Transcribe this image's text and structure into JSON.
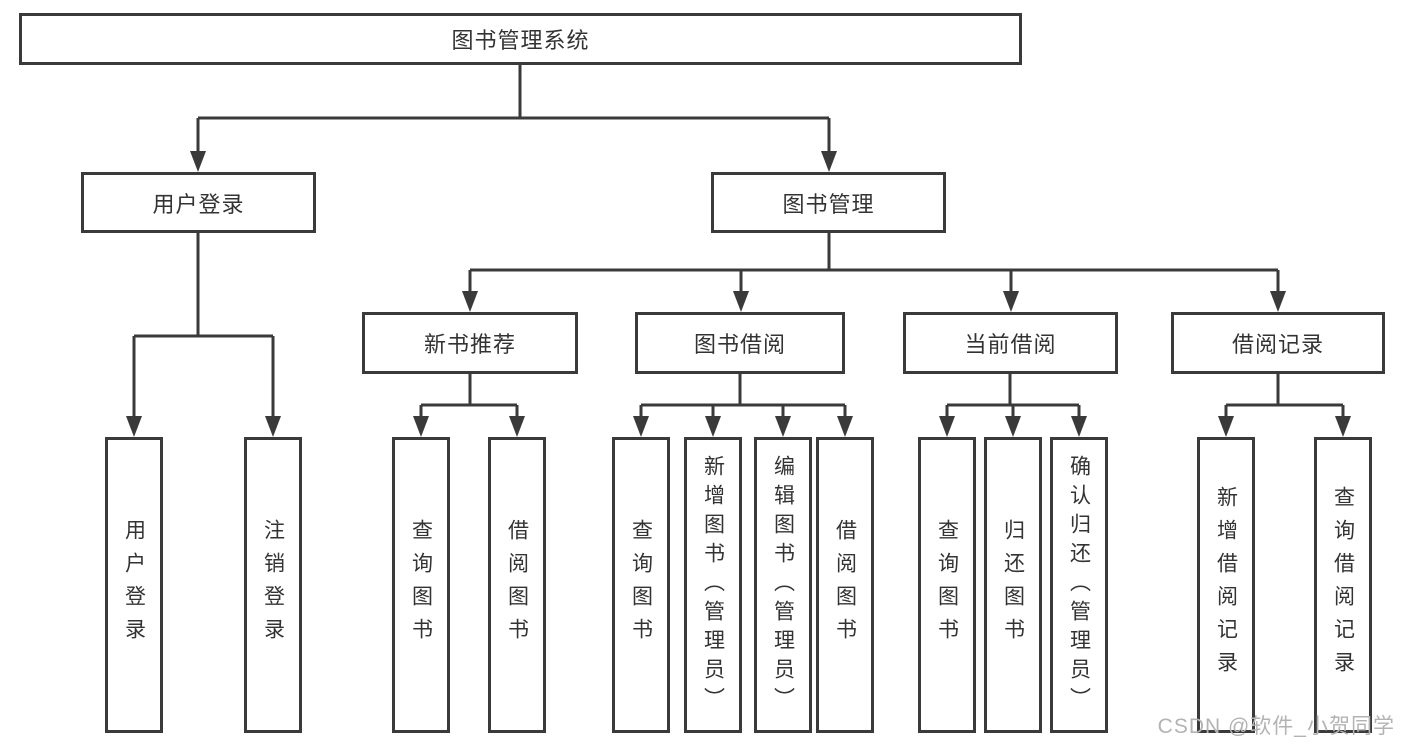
{
  "tree": {
    "label": "图书管理系统",
    "children": [
      {
        "label": "用户登录",
        "children": [
          {
            "label": "用户登录"
          },
          {
            "label": "注销登录"
          }
        ]
      },
      {
        "label": "图书管理",
        "children": [
          {
            "label": "新书推荐",
            "children": [
              {
                "label": "查询图书"
              },
              {
                "label": "借阅图书"
              }
            ]
          },
          {
            "label": "图书借阅",
            "children": [
              {
                "label": "查询图书"
              },
              {
                "label": "新增图书（管理员）"
              },
              {
                "label": "编辑图书（管理员）"
              },
              {
                "label": "借阅图书"
              }
            ]
          },
          {
            "label": "当前借阅",
            "children": [
              {
                "label": "查询图书"
              },
              {
                "label": "归还图书"
              },
              {
                "label": "确认归还（管理员）"
              }
            ]
          },
          {
            "label": "借阅记录",
            "children": [
              {
                "label": "新增借阅记录"
              },
              {
                "label": "查询借阅记录"
              }
            ]
          }
        ]
      }
    ]
  },
  "watermark": "CSDN @软件_小贺同学",
  "colors": {
    "line": "#3a3a3a",
    "text": "#333333",
    "watermark": "#b3b3b3",
    "background": "#ffffff"
  }
}
